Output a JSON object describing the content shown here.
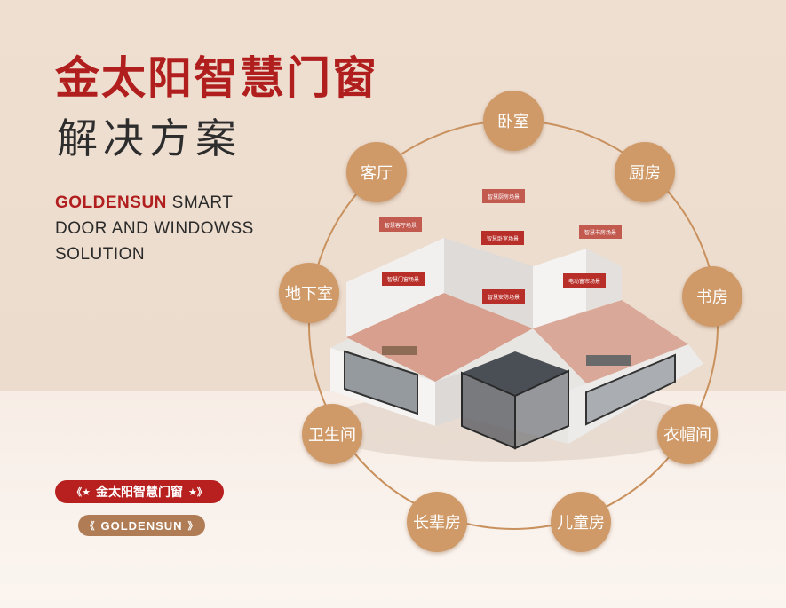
{
  "title": {
    "line1": "金太阳智慧门窗",
    "line2": "解决方案"
  },
  "english": {
    "brand": "GOLDENSUN",
    "rest1": " SMART",
    "line2": "DOOR AND WINDOWSS",
    "line3": "SOLUTION"
  },
  "badges": {
    "red": "金太阳智慧门窗",
    "brown": "GOLDENSUN"
  },
  "rooms": [
    "卧室",
    "厨房",
    "书房",
    "衣帽间",
    "儿童房",
    "长辈房",
    "卫生间",
    "地下室",
    "客厅"
  ],
  "scene_tags": [
    "智慧客厅场景",
    "智慧厨房场景",
    "智慧书房场景",
    "智慧门窗场景",
    "智慧卧室场景",
    "智慧安防场景",
    "电动窗帘场景"
  ],
  "colors": {
    "brand_red": "#b01e1e",
    "node": "#cf9a68",
    "ring": "#c8915e"
  }
}
